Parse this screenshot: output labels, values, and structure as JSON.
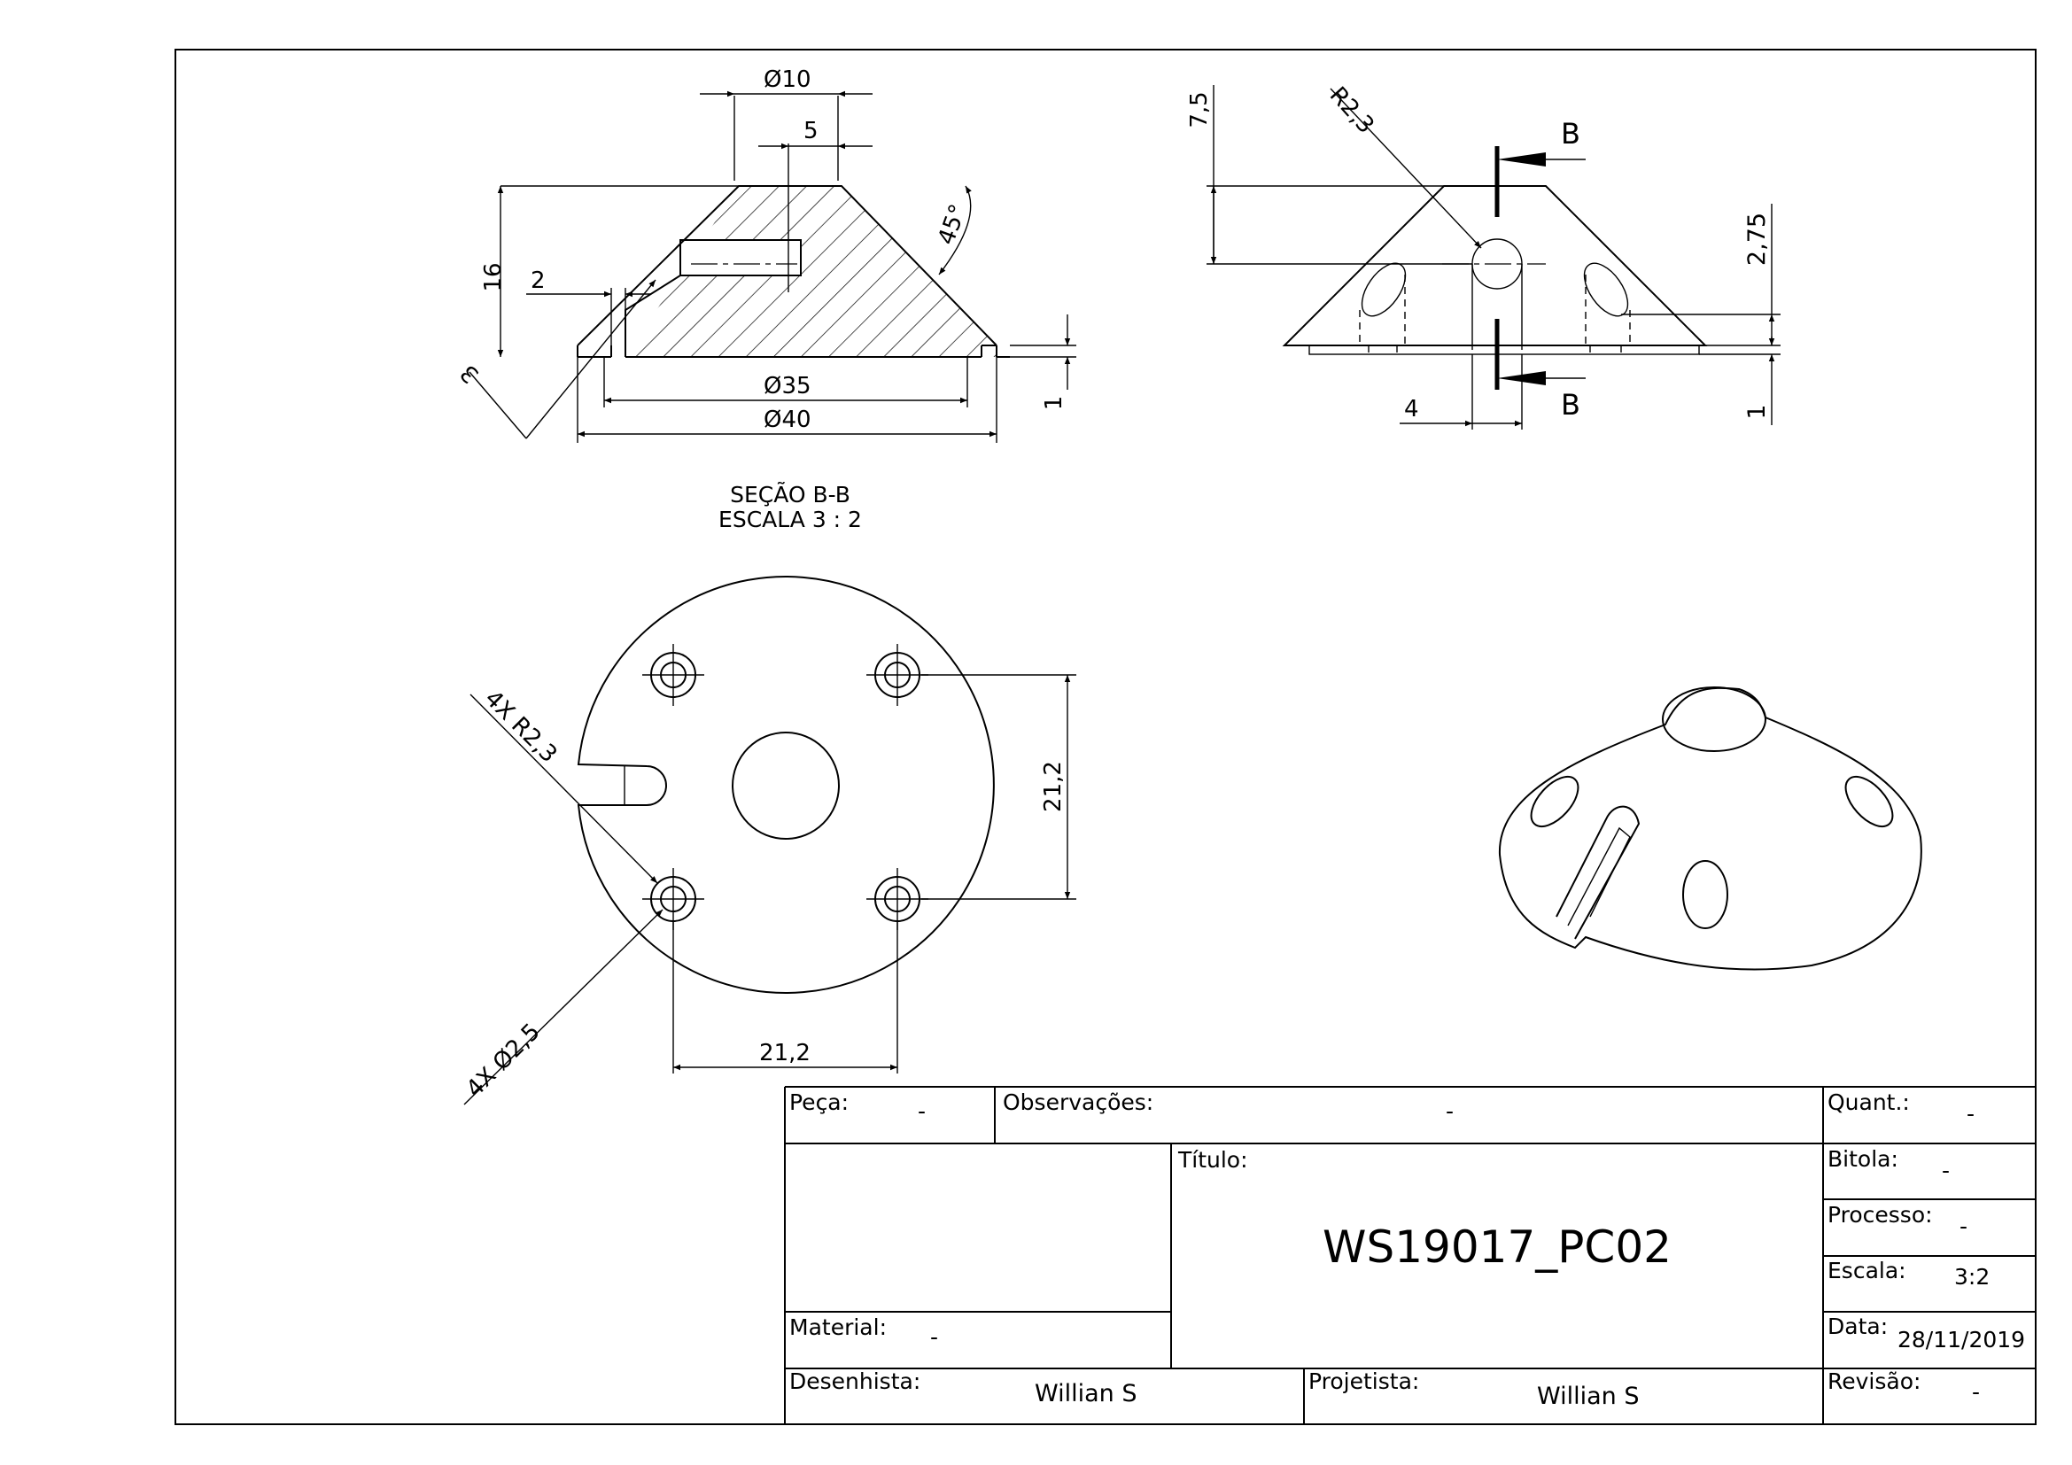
{
  "section_view": {
    "title": "SEÇÃO B-B",
    "scale": "ESCALA 3 : 2",
    "dims": {
      "d10": "Ø10",
      "r5": "5",
      "h16": "16",
      "g2": "2",
      "c3": "3",
      "a45": "45°",
      "d35": "Ø35",
      "d40": "Ø40",
      "t1": "1"
    }
  },
  "front_view": {
    "dims": {
      "h7_5": "7,5",
      "r2_3": "R2,3",
      "h2_75": "2,75",
      "w4": "4",
      "t1": "1"
    },
    "section_letter_top": "B",
    "section_letter_bottom": "B"
  },
  "top_view": {
    "dims": {
      "r4x": "4X R2,3",
      "d4x": "4X Ø2,5",
      "v21_2": "21,2",
      "h21_2": "21,2"
    }
  },
  "title_block": {
    "peca_label": "Peça:",
    "peca_value": "-",
    "obs_label": "Observações:",
    "obs_value": "-",
    "quant_label": "Quant.:",
    "quant_value": "-",
    "titulo_label": "Título:",
    "titulo_value": "WS19017_PC02",
    "bitola_label": "Bitola:",
    "bitola_value": "-",
    "processo_label": "Processo:",
    "processo_value": "-",
    "escala_label": "Escala:",
    "escala_value": "3:2",
    "material_label": "Material:",
    "material_value": "-",
    "data_label": "Data:",
    "data_value": "28/11/2019",
    "desenhista_label": "Desenhista:",
    "desenhista_value": "Willian S",
    "projetista_label": "Projetista:",
    "projetista_value": "Willian S",
    "revisao_label": "Revisão:",
    "revisao_value": "-"
  }
}
